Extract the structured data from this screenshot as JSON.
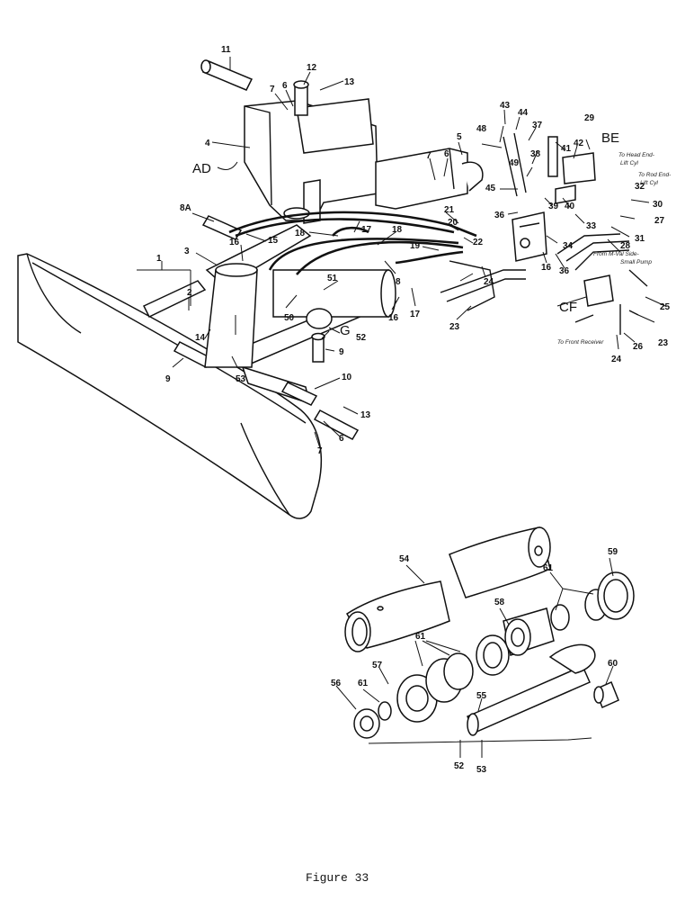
{
  "figure_caption": "Figure 33",
  "hand_labels": {
    "ad": "AD",
    "be": "BE",
    "cf": "CF",
    "g": "G"
  },
  "notes": {
    "head_end": "To Head End-",
    "head_end_2": "Lift Cyl",
    "rod_end": "To Rod End-",
    "rod_end_2": "Lift Cyl",
    "from_valve": "From M-Val Side-",
    "from_valve_2": "Small Pump",
    "front_receiver": "To Front Receiver"
  },
  "parts": {
    "p1": "1",
    "p2": "2",
    "p3": "3",
    "p4": "4",
    "p5": "5",
    "p6a": "6",
    "p6b": "6",
    "p6c": "6",
    "p7a": "7",
    "p7b": "7",
    "p7c": "7",
    "p8": "8",
    "p8a": "8A",
    "p9a": "9",
    "p9b": "9",
    "p10": "10",
    "p11": "11",
    "p12": "12",
    "p13a": "13",
    "p13b": "13",
    "p14": "14",
    "p15": "15",
    "p16a": "16",
    "p16b": "16",
    "p16c": "16",
    "p17a": "17",
    "p17b": "17",
    "p18a": "18",
    "p18b": "18",
    "p19": "19",
    "p20": "20",
    "p21": "21",
    "p22": "22",
    "p23a": "23",
    "p23b": "23",
    "p24a": "24",
    "p24b": "24",
    "p25": "25",
    "p26": "26",
    "p27": "27",
    "p28": "28",
    "p29": "29",
    "p30": "30",
    "p31": "31",
    "p32": "32",
    "p33": "33",
    "p34": "34",
    "p36": "36",
    "p37": "37",
    "p38": "38",
    "p39": "39",
    "p40": "40",
    "p41": "41",
    "p42": "42",
    "p43": "43",
    "p44": "44",
    "p45": "45",
    "p48": "48",
    "p49": "49",
    "p50": "50",
    "p51": "51",
    "p52a": "52",
    "p52b": "52",
    "p53a": "53",
    "p53b": "53",
    "p54": "54",
    "p55": "55",
    "p56": "56",
    "p57": "57",
    "p58": "58",
    "p59": "59",
    "p60": "60",
    "p61a": "61",
    "p61b": "61",
    "p61c": "61"
  }
}
